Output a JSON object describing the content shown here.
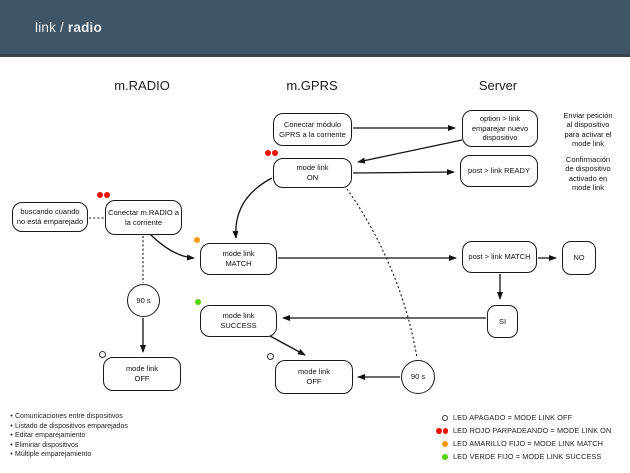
{
  "header": {
    "title_prefix": "link /",
    "title_bold": "radio"
  },
  "columns": {
    "radio": "m.RADIO",
    "gprs": "m.GPRS",
    "server": "Server"
  },
  "nodes": {
    "gprs_power": {
      "label": "Conectar módulo\nGPRS a la corriente"
    },
    "mode_link_on": {
      "label": "mode link\nON"
    },
    "option_link": {
      "label": "option > link\nemparejar nuevo\ndispositivo"
    },
    "post_link_ready": {
      "label": "post > link READY"
    },
    "buscando": {
      "label": "buscando cuando\nno está emparejado"
    },
    "radio_power": {
      "label": "Conectar m.RADIO a\nla corriente"
    },
    "mode_link_match": {
      "label": "mode link\nMATCH"
    },
    "post_link_match": {
      "label": "post > link MATCH"
    },
    "no": {
      "label": "NO"
    },
    "mode_link_success": {
      "label": "mode link\nSUCCESS"
    },
    "si": {
      "label": "SI"
    },
    "timer_radio": {
      "label": "90 s"
    },
    "timer_gprs": {
      "label": "90 s"
    },
    "mode_link_off_radio": {
      "label": "mode link\nOFF"
    },
    "mode_link_off_gprs": {
      "label": "mode link\nOFF"
    }
  },
  "annotations": {
    "enviar": "Enviar petición\nal dispositivo\npara activar el\nmode link",
    "confirmacion": "Confirmación\nde dispositivo\nactivado en\nmode link"
  },
  "features": [
    "Comunicaciones entre dispositivos",
    "Listado de dispositivos emparejados",
    "Editar emparejamiento",
    "Eliminar dispositivos",
    "Múltiple emparejamiento"
  ],
  "legend": [
    {
      "marker": "led-off",
      "label": "LED APAGADO = MODE LINK OFF"
    },
    {
      "marker": "led-red",
      "label": "LED ROJO PARPADEANDO = MODE LINK ON"
    },
    {
      "marker": "led-amber",
      "label": "LED AMARILLO FIJO = MODE LINK MATCH"
    },
    {
      "marker": "led-green",
      "label": "LED VERDE FIJO = MODE LINK SUCCESS"
    }
  ],
  "colors": {
    "header_bg": "#3f5565",
    "led_red": "#ee1100",
    "led_amber": "#ff9900",
    "led_green": "#55d400"
  }
}
